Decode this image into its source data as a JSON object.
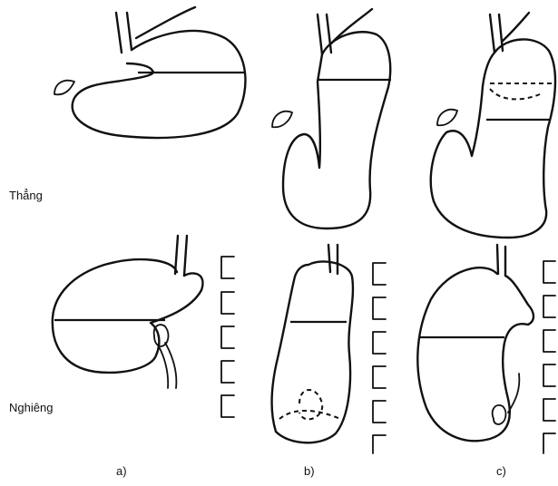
{
  "row_labels": {
    "upright": "Thẳng",
    "oblique": "Nghiêng"
  },
  "column_labels": {
    "a": "a)",
    "b": "b)",
    "c": "c)"
  },
  "colors": {
    "ink": "#111111",
    "background": "#ffffff"
  }
}
